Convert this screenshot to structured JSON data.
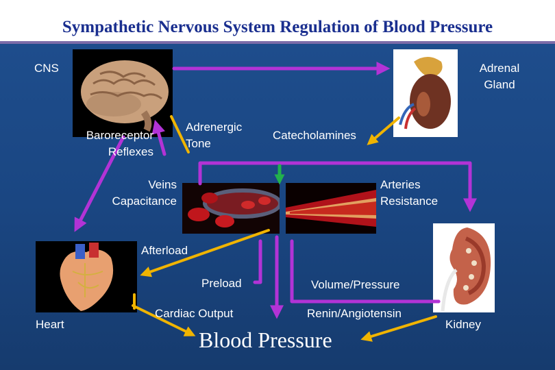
{
  "title": "Sympathetic Nervous System Regulation of Blood Pressure",
  "labels": {
    "cns": "CNS",
    "adrenal_line1": "Adrenal",
    "adrenal_line2": "Gland",
    "baro_line1": "Baroreceptor",
    "baro_line2": "Reflexes",
    "adrenergic_line1": "Adrenergic",
    "adrenergic_line2": "Tone",
    "catecholamines": "Catecholamines",
    "veins_line1": "Veins",
    "veins_line2": "Capacitance",
    "arteries_line1": "Arteries",
    "arteries_line2": "Resistance",
    "afterload": "Afterload",
    "preload": "Preload",
    "volume_pressure": "Volume/Pressure",
    "heart": "Heart",
    "cardiac_output": "Cardiac Output",
    "renin": "Renin/Angiotensin",
    "kidney": "Kidney",
    "blood_pressure": "Blood Pressure"
  },
  "colors": {
    "background": "#1a4682",
    "title_text": "#1a2f8f",
    "purple_arrow": "#b233d6",
    "orange_arrow": "#f0b400",
    "green_arrow": "#22b14c"
  }
}
